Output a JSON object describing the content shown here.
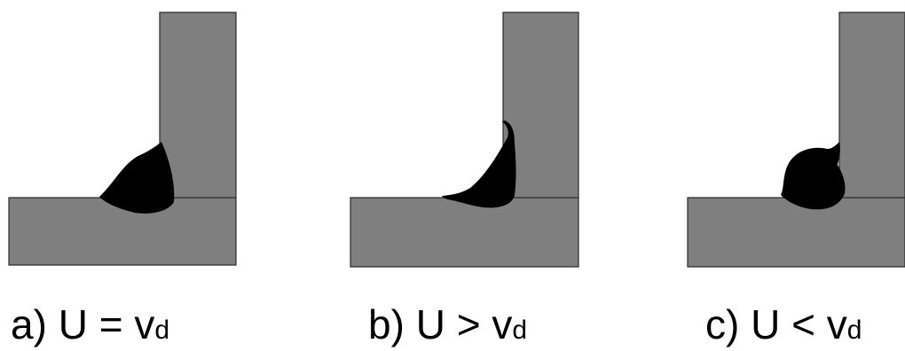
{
  "panels": [
    {
      "letter": "a)",
      "relation": "U = v",
      "subscript": "d"
    },
    {
      "letter": "b)",
      "relation": "U > v",
      "subscript": "d"
    },
    {
      "letter": "c)",
      "relation": "U < v",
      "subscript": "d"
    }
  ],
  "colors": {
    "plate_fill": "#7f7f7f",
    "plate_stroke": "#2b2b2b",
    "bead_fill": "#000000",
    "text": "#000000"
  }
}
